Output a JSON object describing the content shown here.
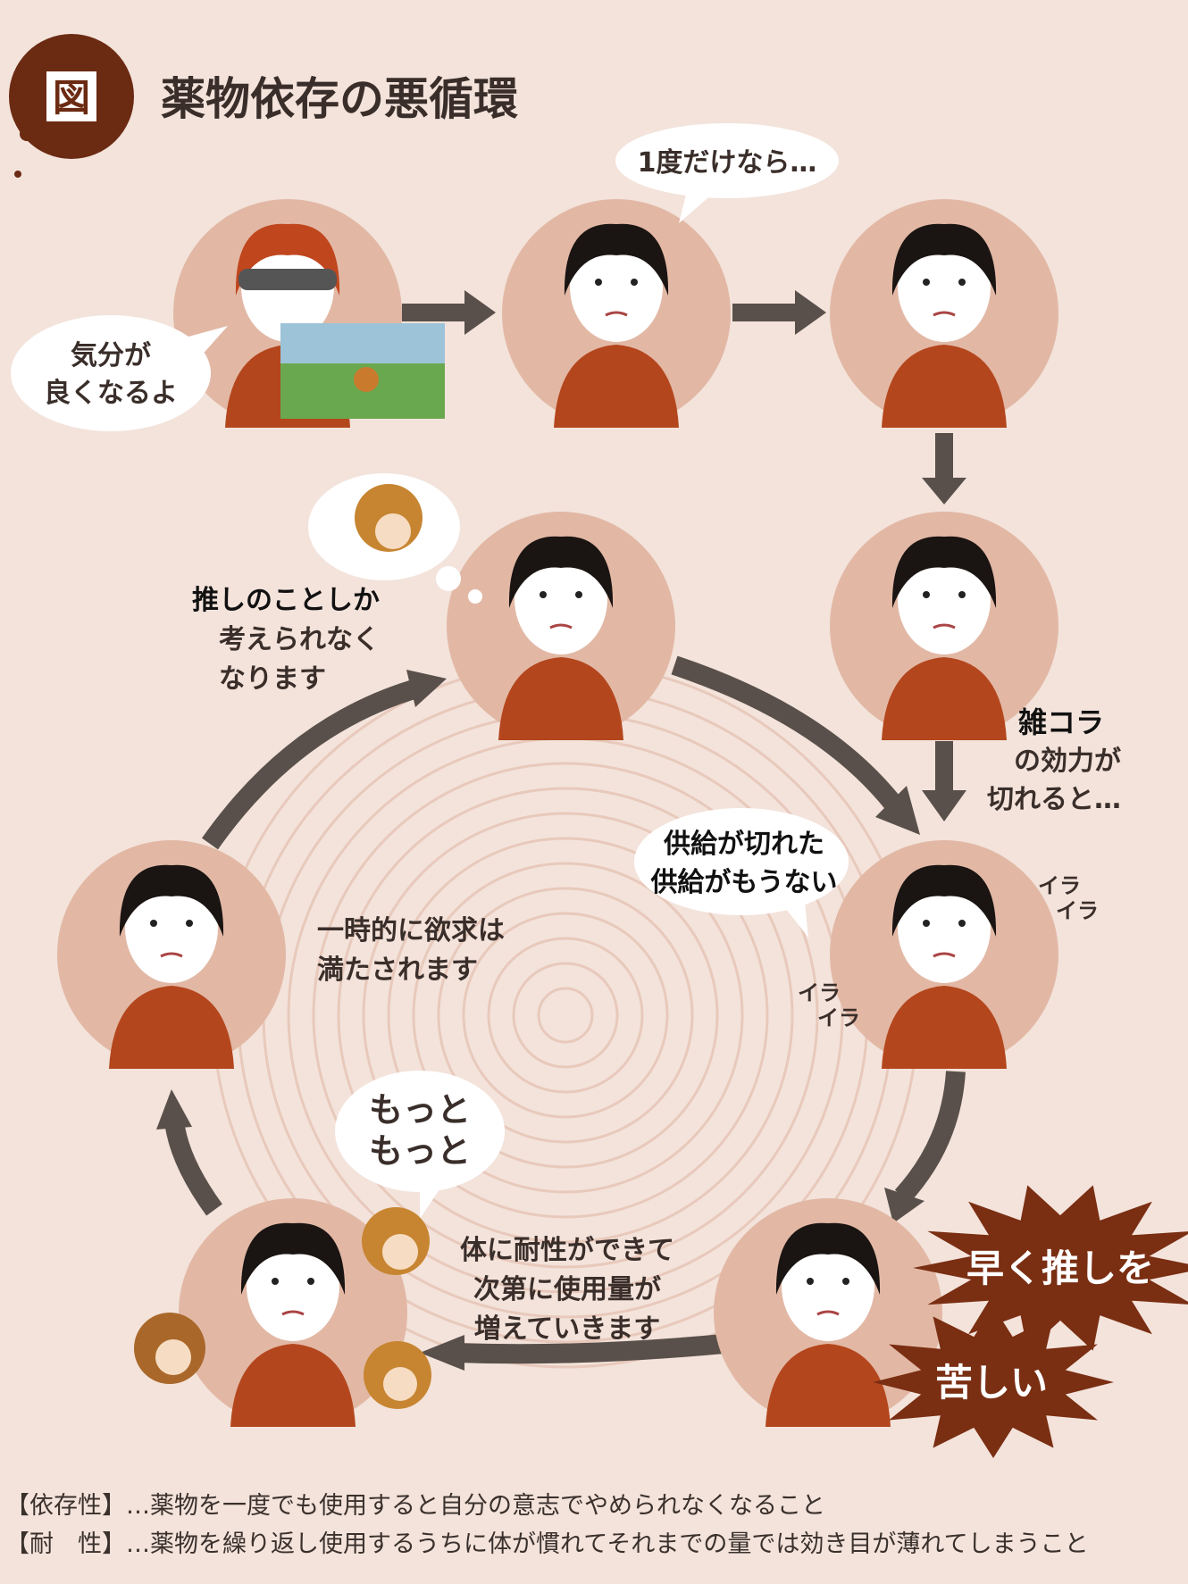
{
  "title": {
    "badge": "図",
    "text": "薬物依存の悪循環"
  },
  "bubbles": {
    "once": "1度だけなら…",
    "feel_good": [
      "気分が",
      "良くなるよ"
    ],
    "supply": [
      "供給が切れた",
      "供給がもうない"
    ],
    "more": [
      "もっと",
      "もっと"
    ]
  },
  "captions": {
    "oshi": [
      "推しのことしか",
      "考えられなく",
      "なります"
    ],
    "wear_off": [
      "雑コラ",
      "の効力が",
      "切れると…"
    ],
    "satisfied": [
      "一時的に欲求は",
      "満たされます"
    ],
    "tolerance": [
      "体に耐性ができて",
      "次第に使用量が",
      "増えていきます"
    ],
    "ira": [
      "イラ",
      "イラ"
    ]
  },
  "bursts": {
    "hurry": "早く推しを",
    "painful": "苦しい"
  },
  "notes": [
    "【依存性】…薬物を一度でも使用すると自分の意志でやめられなくなること",
    "【耐　性】…薬物を繰り返し使用するうちに体が慣れてそれまでの量では効き目が薄れてしまうこと"
  ],
  "colors": {
    "background": "#f3e3db",
    "circle": "#e2b8a5",
    "shirt": "#b4461d",
    "arrow": "#5a504b",
    "burst": "#7a2e12"
  }
}
